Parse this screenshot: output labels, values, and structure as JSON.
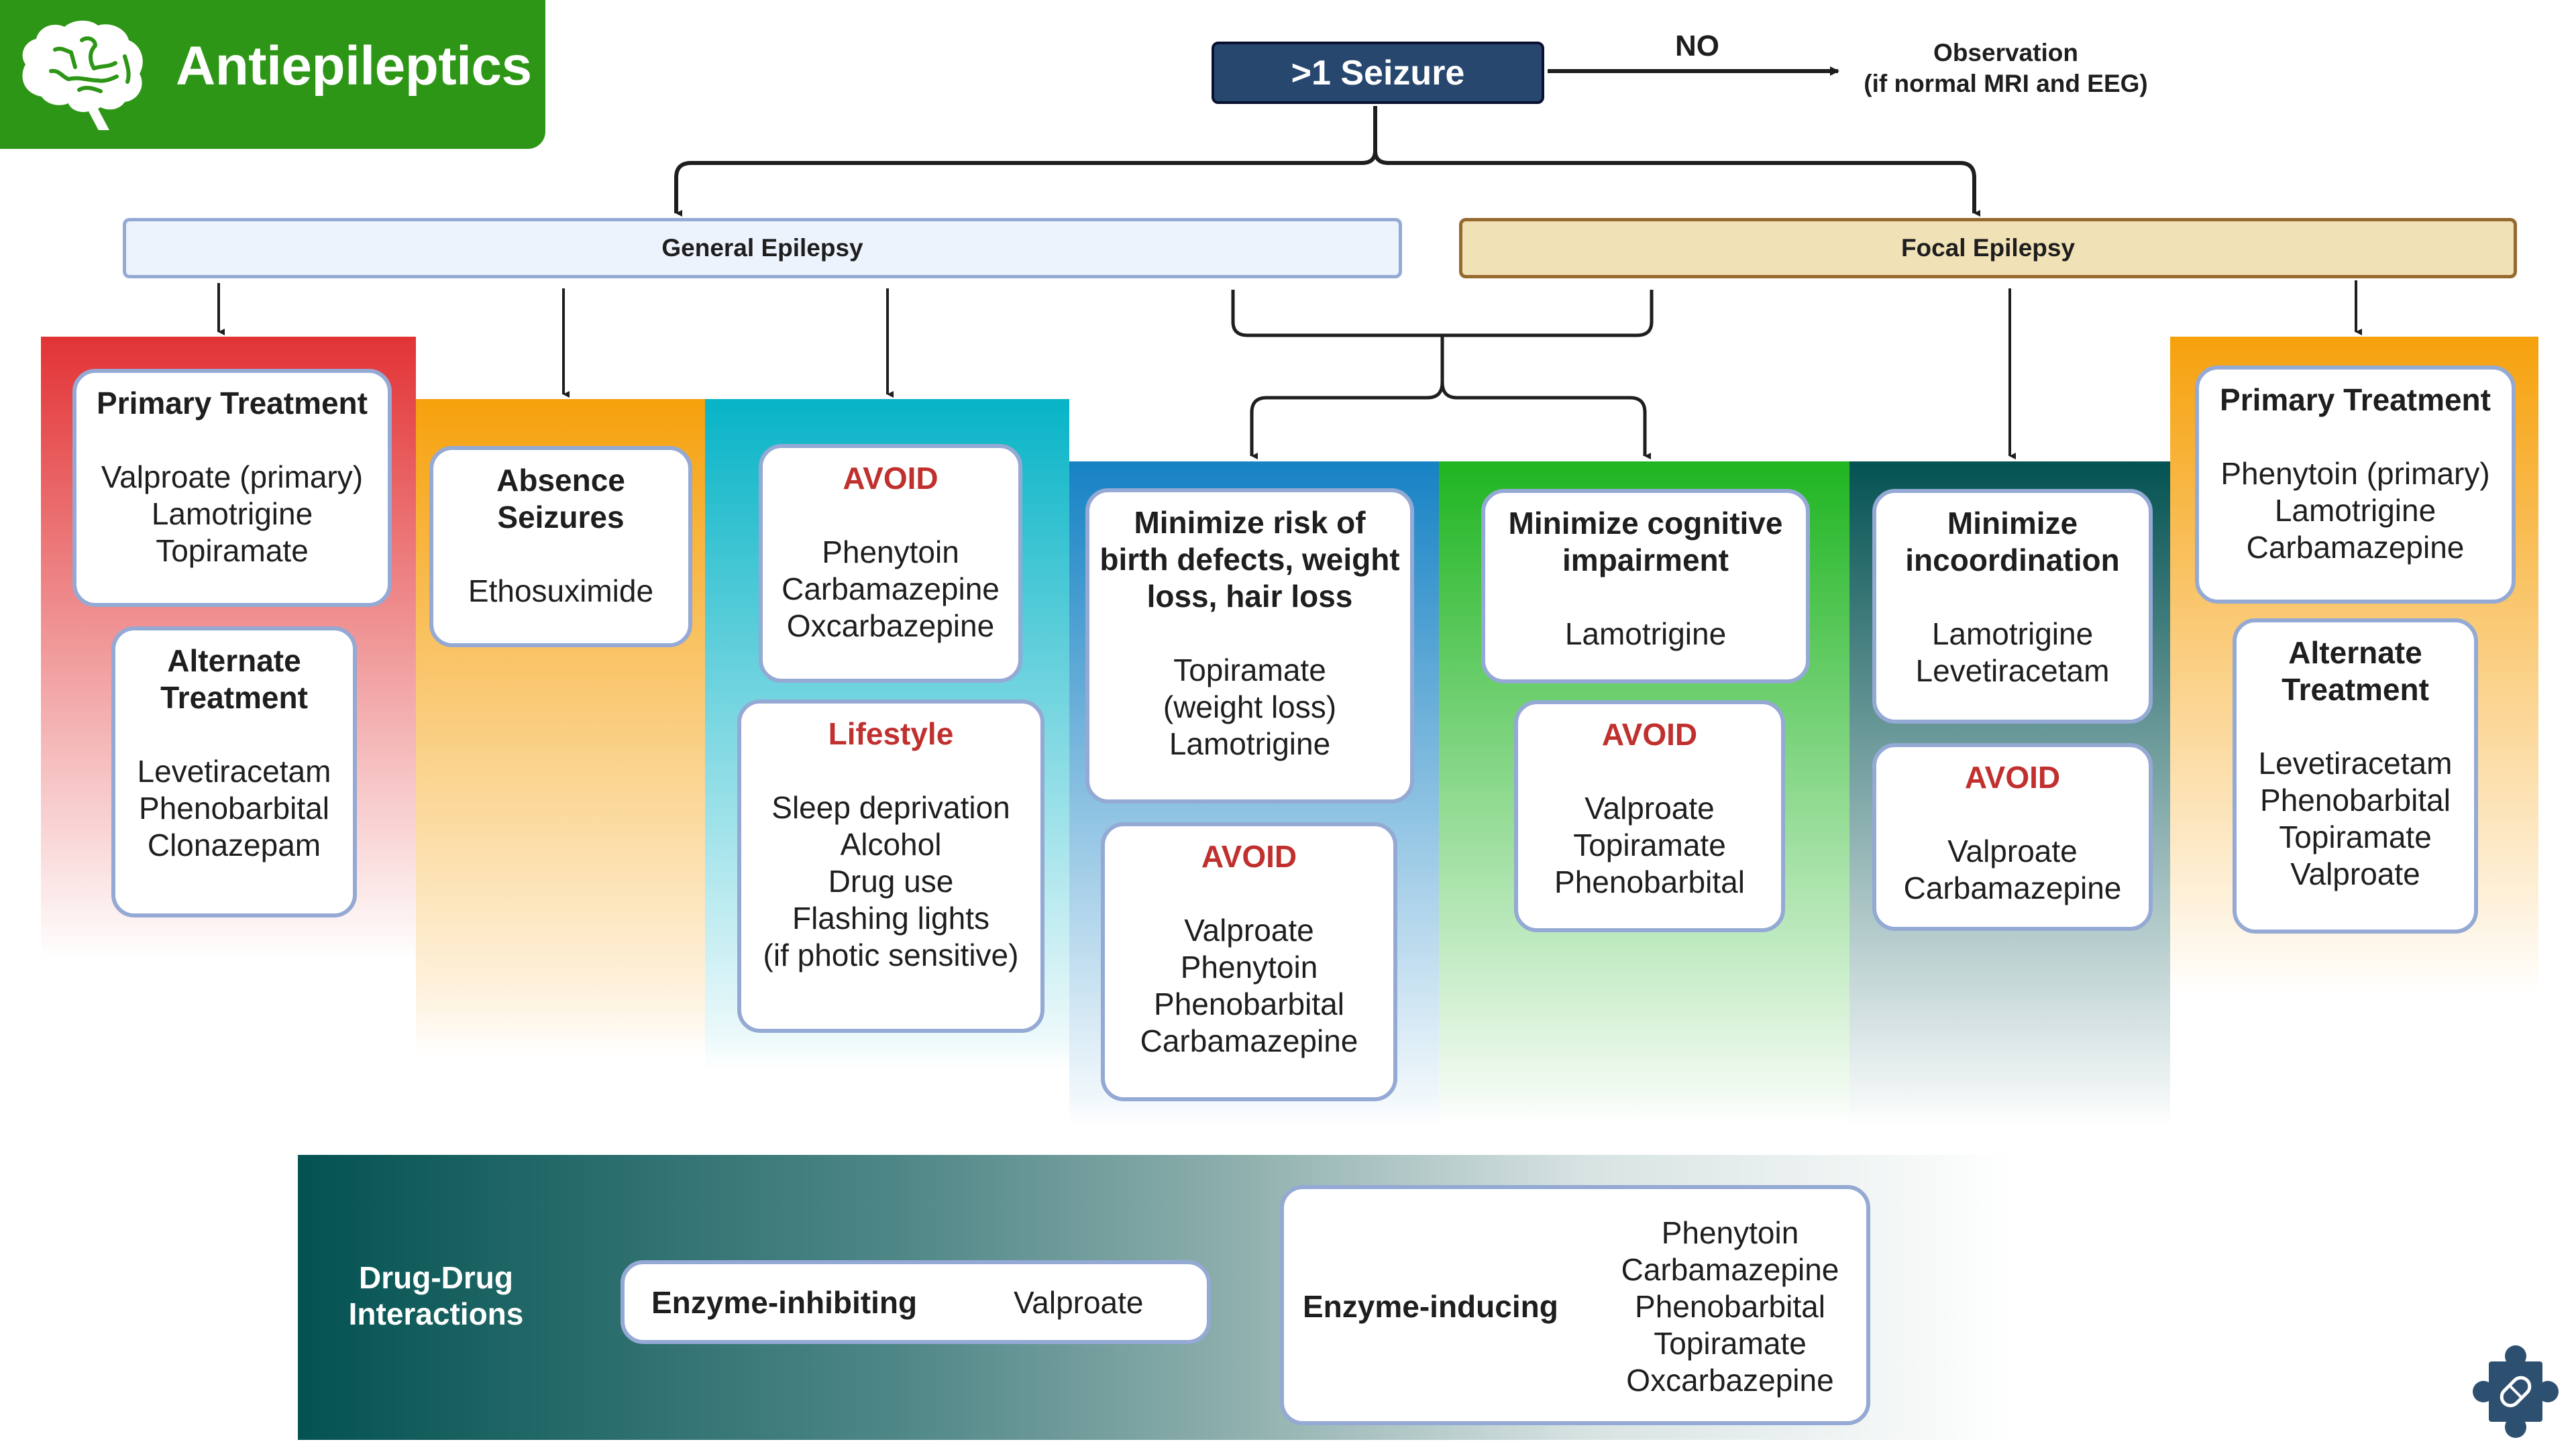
{
  "banner": {
    "title": "Antiepileptics",
    "icon": "brain-icon",
    "color": "#2e9616"
  },
  "start": {
    "label": ">1 Seizure",
    "no_label": "NO",
    "observation_lines": [
      "Observation",
      "(if normal MRI and EEG)"
    ]
  },
  "branches": {
    "general": {
      "label": "General Epilepsy"
    },
    "focal": {
      "label": "Focal Epilepsy"
    }
  },
  "columns": {
    "general_primary": {
      "color": "#e23335",
      "primary": {
        "title": "Primary Treatment",
        "drugs": [
          "Valproate (primary)",
          "Lamotrigine",
          "Topiramate"
        ]
      },
      "alternate": {
        "title_lines": [
          "Alternate",
          "Treatment"
        ],
        "drugs": [
          "Levetiracetam",
          "Phenobarbital",
          "Clonazepam"
        ]
      }
    },
    "absence": {
      "color": "#f6a10c",
      "card": {
        "title_lines": [
          "Absence",
          "Seizures"
        ],
        "drugs": [
          "Ethosuximide"
        ]
      }
    },
    "general_avoid": {
      "color": "#07b4c7",
      "avoid": {
        "title": "AVOID",
        "drugs": [
          "Phenytoin",
          "Carbamazepine",
          "Oxcarbazepine"
        ]
      },
      "lifestyle": {
        "title": "Lifestyle",
        "items": [
          "Sleep deprivation",
          "Alcohol",
          "Drug use",
          "Flashing lights",
          "(if photic sensitive)"
        ]
      }
    },
    "birth_defects": {
      "color": "#1682c4",
      "card": {
        "title_lines": [
          "Minimize risk of",
          "birth defects, weight",
          "loss, hair loss"
        ],
        "drugs": [
          "Topiramate",
          "(weight loss)",
          "Lamotrigine"
        ]
      },
      "avoid": {
        "title": "AVOID",
        "drugs": [
          "Valproate",
          "Phenytoin",
          "Phenobarbital",
          "Carbamazepine"
        ]
      }
    },
    "cognitive": {
      "color": "#1fb521",
      "card": {
        "title_lines": [
          "Minimize cognitive",
          "impairment"
        ],
        "drugs": [
          "Lamotrigine"
        ]
      },
      "avoid": {
        "title": "AVOID",
        "drugs": [
          "Valproate",
          "Topiramate",
          "Phenobarbital"
        ]
      }
    },
    "incoordination": {
      "color": "#045252",
      "card": {
        "title_lines": [
          "Minimize",
          "incoordination"
        ],
        "drugs": [
          "Lamotrigine",
          "Levetiracetam"
        ]
      },
      "avoid": {
        "title": "AVOID",
        "drugs": [
          "Valproate",
          "Carbamazepine"
        ]
      }
    },
    "focal_primary": {
      "color": "#f6a10c",
      "primary": {
        "title": "Primary Treatment",
        "drugs": [
          "Phenytoin (primary)",
          "Lamotrigine",
          "Carbamazepine"
        ]
      },
      "alternate": {
        "title_lines": [
          "Alternate",
          "Treatment"
        ],
        "drugs": [
          "Levetiracetam",
          "Phenobarbital",
          "Topiramate",
          "Valproate"
        ]
      }
    }
  },
  "interactions": {
    "title_lines": [
      "Drug-Drug",
      "Interactions"
    ],
    "inhibiting": {
      "label": "Enzyme-inhibiting",
      "drugs": [
        "Valproate"
      ]
    },
    "inducing": {
      "label": "Enzyme-inducing",
      "drugs": [
        "Phenytoin",
        "Carbamazepine",
        "Phenobarbital",
        "Topiramate",
        "Oxcarbazepine"
      ]
    }
  },
  "footer_icon": "puzzle-pill-icon",
  "colors": {
    "avoid_red": "#c0302e",
    "card_border": "#94a9d4",
    "seizure_box": "#27476f",
    "logo": "#2d5071"
  }
}
